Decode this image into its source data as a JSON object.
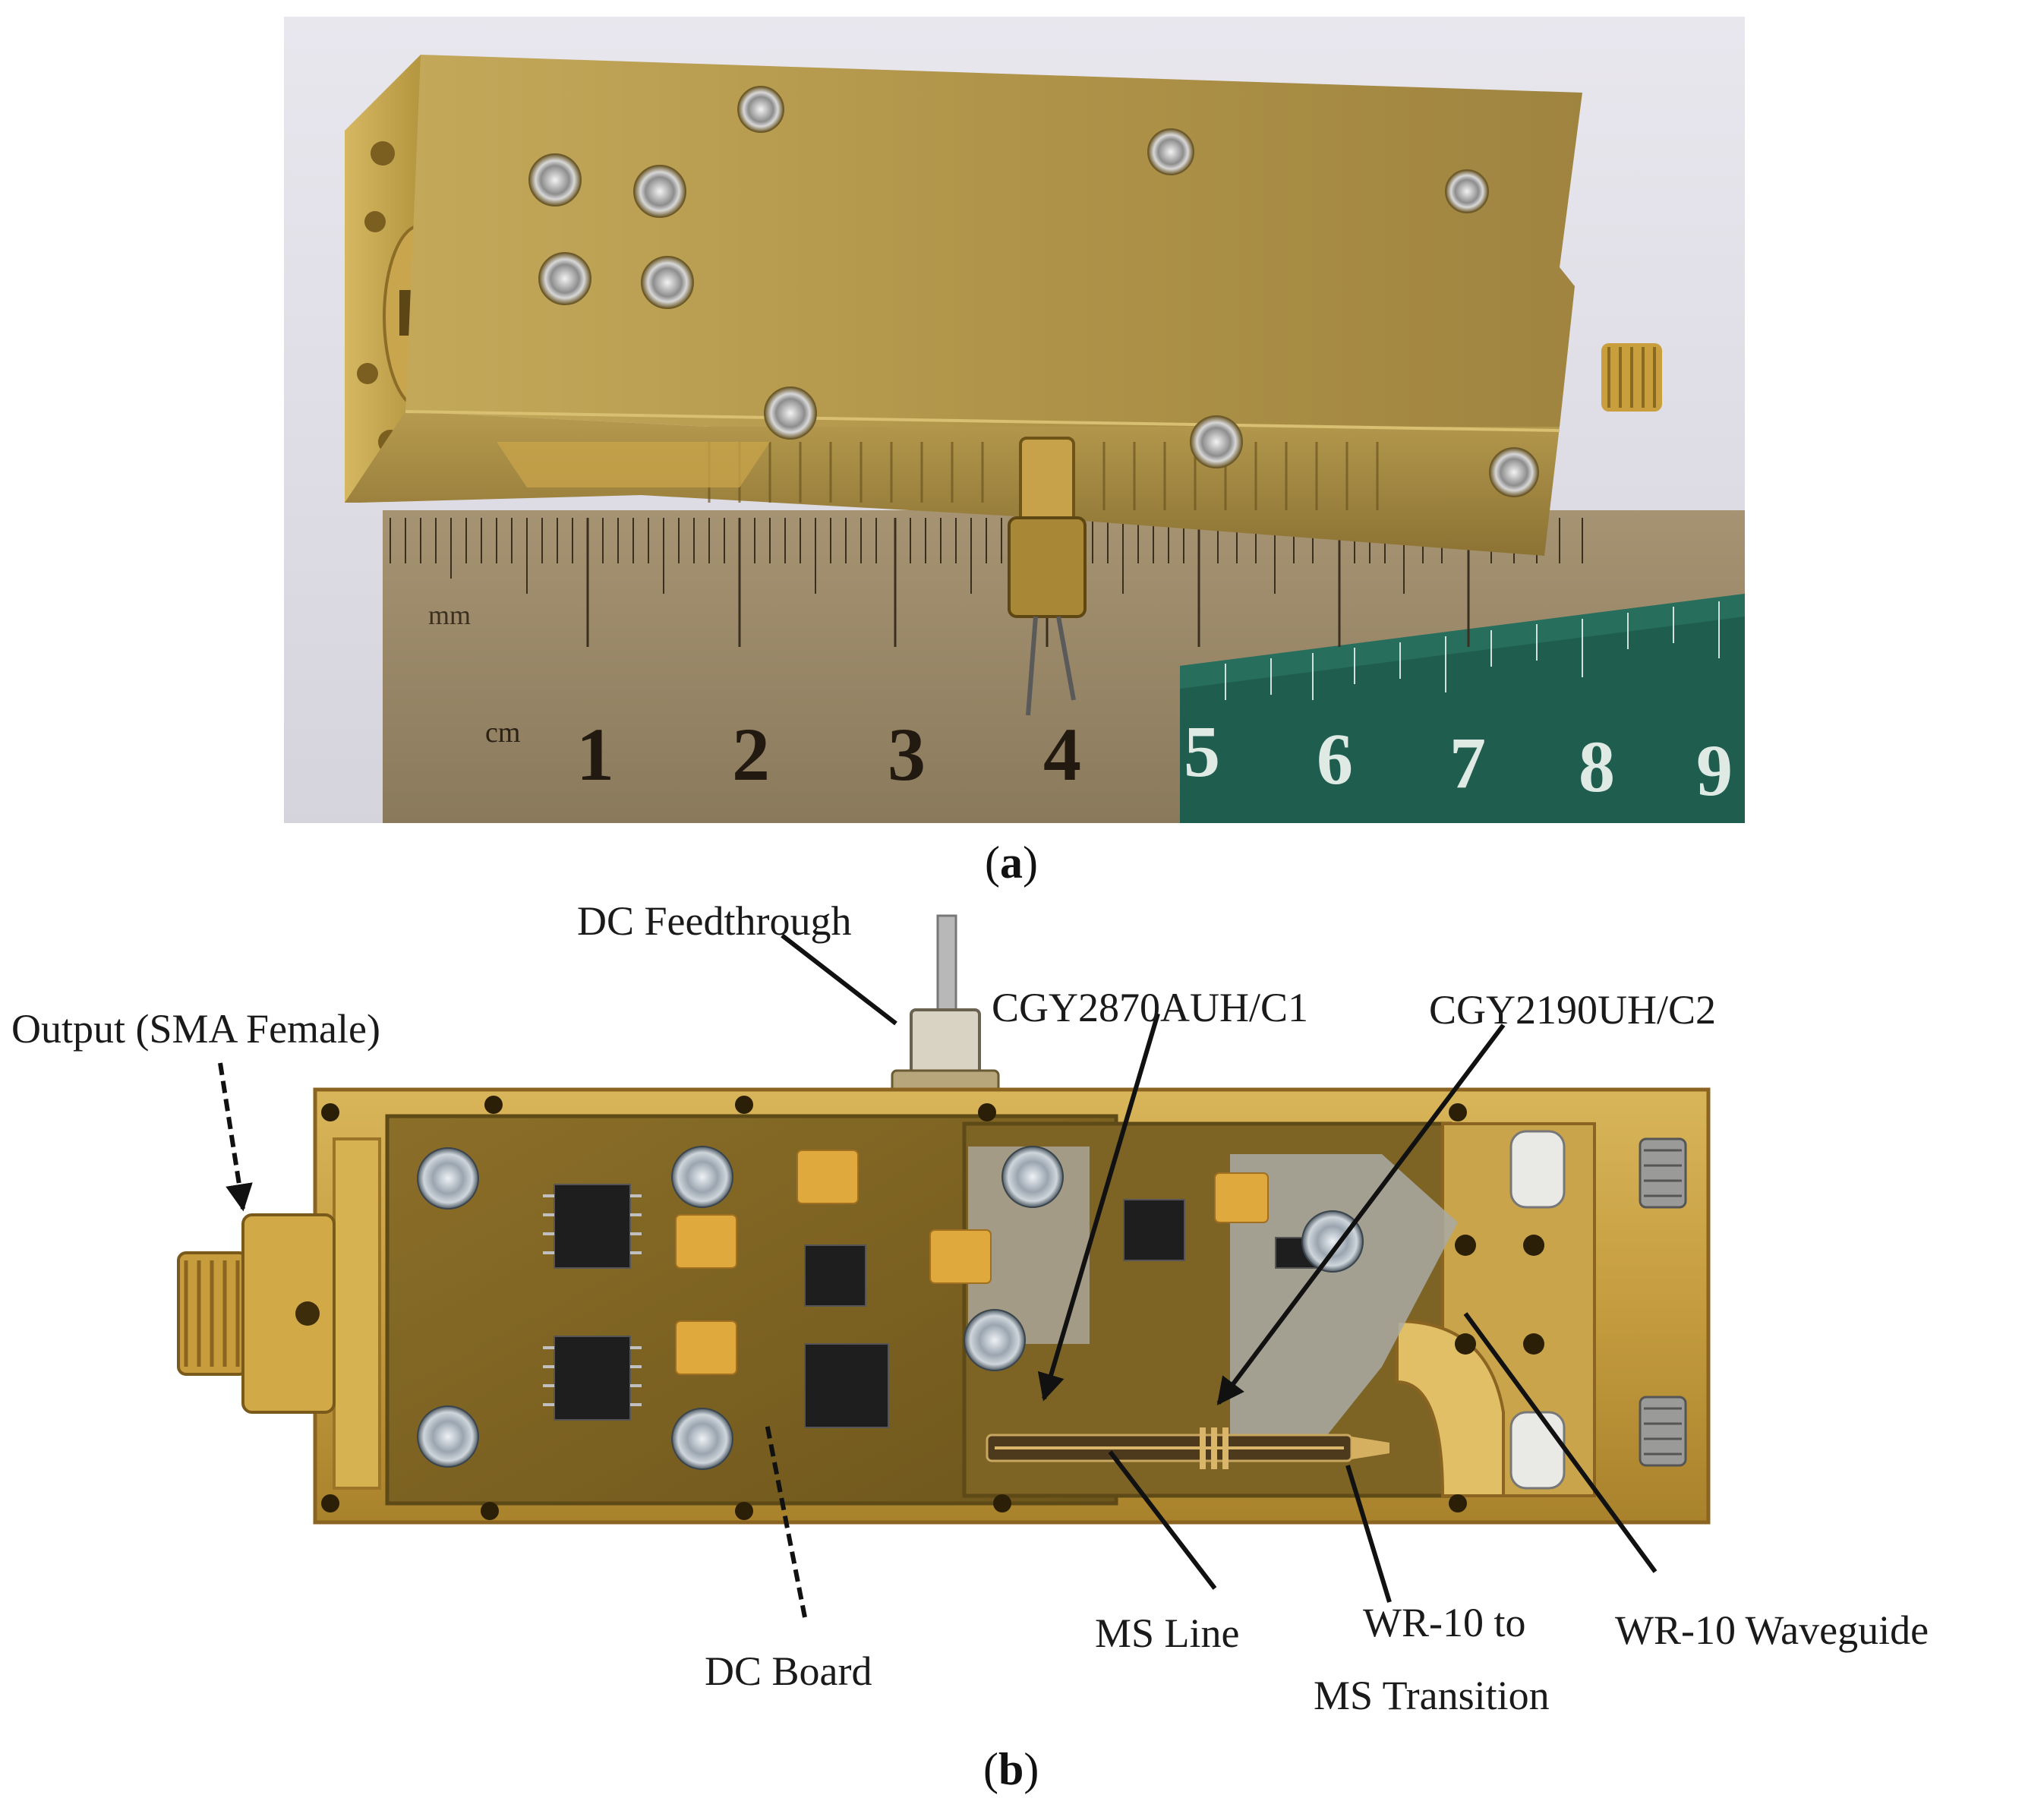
{
  "figure": {
    "panel_a": {
      "caption_open": "(",
      "caption_letter": "a",
      "caption_close": ")",
      "ruler": {
        "unit_mm": "mm",
        "unit_cm": "cm",
        "numbers": [
          "1",
          "2",
          "3",
          "4",
          "5",
          "6",
          "7",
          "8",
          "9"
        ]
      }
    },
    "panel_b": {
      "caption_open": "(",
      "caption_letter": "b",
      "caption_close": ")",
      "labels": {
        "dc_feedthrough": "DC Feedthrough",
        "output": "Output (SMA Female)",
        "chip1": "CGY2870AUH/C1",
        "chip2": "CGY2190UH/C2",
        "dc_board": "DC Board",
        "ms_line": "MS Line",
        "transition_line1": "WR-10 to",
        "transition_line2": "MS Transition",
        "waveguide": "WR-10 Waveguide"
      }
    },
    "colors": {
      "brass": "#b8973f",
      "brass_light": "#d9bb63",
      "pcb": "#8a6a1e",
      "ruler_green": "#1f5e4f",
      "ruler_metal": "#9c8a66"
    }
  }
}
